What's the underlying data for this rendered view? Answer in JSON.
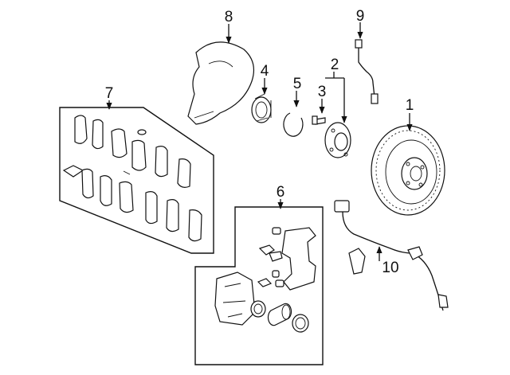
{
  "diagram": {
    "callouts": [
      "1",
      "2",
      "3",
      "4",
      "5",
      "6",
      "7",
      "8",
      "9",
      "10"
    ]
  },
  "colors": {
    "ink": "#111111",
    "background": "#ffffff"
  }
}
